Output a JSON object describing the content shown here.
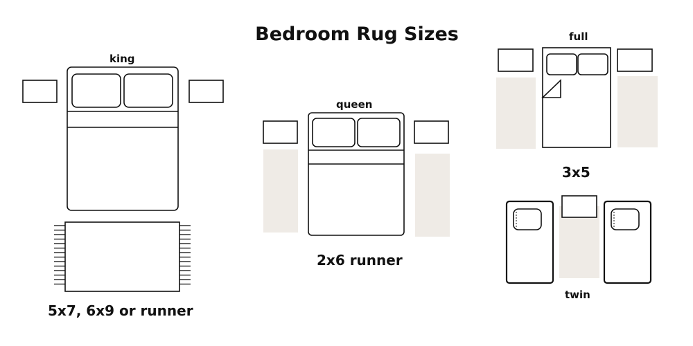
{
  "title": "Bedroom Rug Sizes",
  "colors": {
    "outline": "#111111",
    "rug": "#efebe6",
    "background": "#ffffff"
  },
  "beds": {
    "king": "king",
    "queen": "queen",
    "full": "full",
    "twin": "twin"
  },
  "rug_sizes": {
    "king": "5x7, 6x9 or runner",
    "queen": "2x6 runner",
    "full": "3x5"
  }
}
